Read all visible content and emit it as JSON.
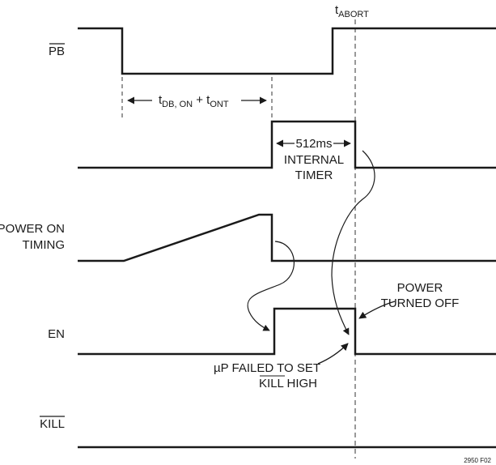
{
  "signals": {
    "pb": "PB",
    "internal": "",
    "power_on_line1": "POWER ON",
    "power_on_line2": "TIMING",
    "en": "EN",
    "kill": "KILL"
  },
  "annotations": {
    "t_abort_main": "t",
    "t_abort_sub": "ABORT",
    "tdb_t": "t",
    "tdb_sub": "DB, ON",
    "tdb_plus": " + t",
    "tont_sub": "ONT",
    "timer_ms": "512ms",
    "timer_line1": "INTERNAL",
    "timer_line2": "TIMER",
    "power_off_line1": "POWER",
    "power_off_line2": "TURNED OFF",
    "up_failed_line1": "µP FAILED TO SET",
    "up_failed_line2": "KILL HIGH",
    "figure_id": "2950 F02"
  }
}
